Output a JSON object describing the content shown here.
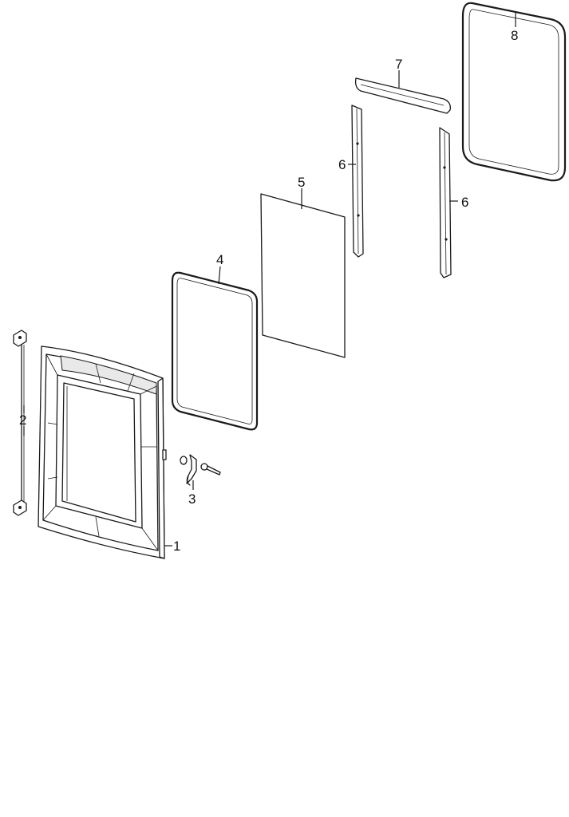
{
  "diagram": {
    "type": "exploded-parts-view",
    "callouts": {
      "p1": "1",
      "p2": "2",
      "p3": "3",
      "p4": "4",
      "p5": "5",
      "p6a": "6",
      "p6b": "6",
      "p7": "7",
      "p8": "8"
    }
  }
}
